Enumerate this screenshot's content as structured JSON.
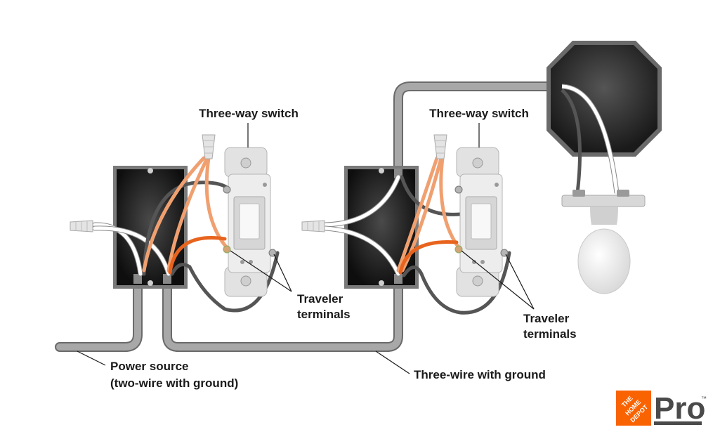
{
  "labels": {
    "switch_left": "Three-way switch",
    "switch_right": "Three-way switch",
    "traveler_left_1": "Traveler",
    "traveler_left_2": "terminals",
    "traveler_right_1": "Traveler",
    "traveler_right_2": "terminals",
    "power_1": "Power source",
    "power_2": "(two-wire with ground)",
    "three_wire": "Three-wire with ground"
  },
  "brand": {
    "logo_lines": [
      "THE",
      "HOME",
      "DEPOT"
    ],
    "pro_text": "Pro",
    "trademark": "™",
    "color_orange": "#f96302",
    "color_gray": "#4a4a4a"
  },
  "colors": {
    "conduit": "#9a9a9a",
    "box": "#1f1f1f",
    "hot": "#e8641e",
    "traveler": "#f0a070",
    "neutral": "#ffffff",
    "ground": "#555555",
    "switch_body": "#e4e4e4",
    "fixture": "#2c2c2c"
  }
}
